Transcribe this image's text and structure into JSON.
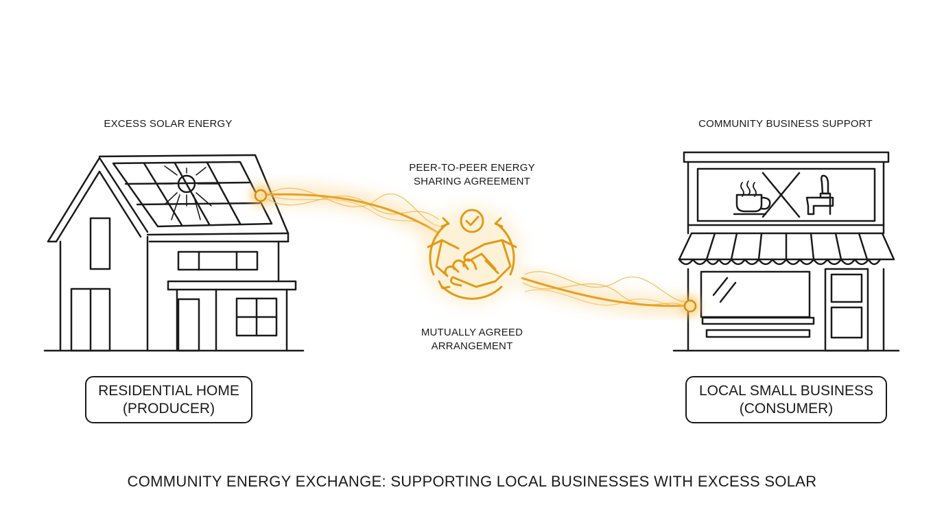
{
  "title": "COMMUNITY ENERGY EXCHANGE: SUPPORTING LOCAL BUSINESSES WITH EXCESS SOLAR",
  "producer": {
    "top_label": "EXCESS SOLAR ENERGY",
    "name_line1": "RESIDENTIAL HOME",
    "name_line2": "(PRODUCER)"
  },
  "consumer": {
    "top_label": "COMMUNITY BUSINESS SUPPORT",
    "name_line1": "LOCAL SMALL BUSINESS",
    "name_line2": "(CONSUMER)"
  },
  "agreement": {
    "top_line1": "PEER-TO-PEER ENERGY",
    "top_line2": "SHARING AGREEMENT",
    "bottom_line1": "MUTUALLY AGREED",
    "bottom_line2": "ARRANGEMENT"
  },
  "colors": {
    "line": "#1a1a1a",
    "energy": "#e8a020",
    "glow": "#f7c463"
  },
  "icons": {
    "house": "house-with-solar-panel-icon",
    "shop": "storefront-icon",
    "handshake": "handshake-icon",
    "check": "checkmark-icon",
    "coffee": "coffee-cup-icon",
    "tap": "beer-tap-icon"
  }
}
